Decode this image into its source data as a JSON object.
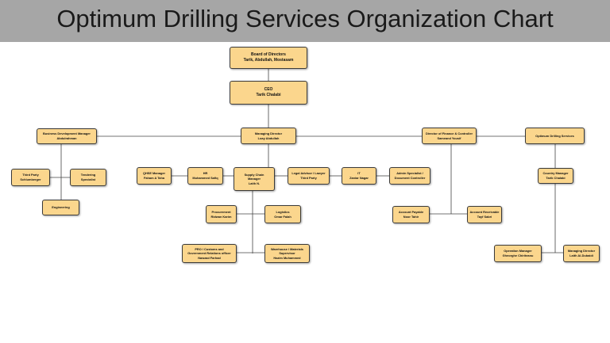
{
  "slide": {
    "title": "Optimum Drilling Services Organization Chart"
  },
  "org": {
    "board": {
      "title": "Board of Directors",
      "name": "Tarik, Abdullah, Mostasam"
    },
    "ceo": {
      "title": "CEO",
      "name": "Tarik Chalabi"
    },
    "bdm": {
      "title": "Business Development Manager",
      "name": "Abdulrahman"
    },
    "md": {
      "title": "Managing Director",
      "name": "Loay Abdullah"
    },
    "dfc": {
      "title": "Director of Finance & Controller",
      "name": "Sameand Yousif"
    },
    "ods": {
      "title": "Optimum Drilling Services"
    },
    "third_party": {
      "title": "Third Party",
      "name": "Schlumberger"
    },
    "tendering": {
      "title": "Tendering",
      "name": "Specialist"
    },
    "engineering": {
      "title": "Engineering"
    },
    "qhse": {
      "title": "QHSE Manager",
      "name": "Faham A Taha"
    },
    "hr": {
      "title": "HR",
      "name": "Muhammed Safiq"
    },
    "supply_chain": {
      "title": "Supply Chain",
      "title2": "Manager",
      "name": "Laith N."
    },
    "legal": {
      "title": "Legal  Advisor / Lawyer",
      "name": "Third Party"
    },
    "it": {
      "title": "IT",
      "name": "Zaniar Nagar"
    },
    "admin": {
      "title": "Admin Specialist /",
      "name": "Document Controller"
    },
    "procurement": {
      "title": "Procurement",
      "name": "Ridwan Karim"
    },
    "logistics": {
      "title": "Logistics",
      "name": "Omar Falah"
    },
    "pro": {
      "title": "PRO / Customs and",
      "title2": "Government Relations officer",
      "name": "Nawzad Farhad"
    },
    "warehouse": {
      "title": "Warehouse / Materials",
      "title2": "Supervisor",
      "name": "Hazim Muhammed"
    },
    "payable": {
      "title": "Account Payable",
      "name": "Noor  Tahir"
    },
    "receivable": {
      "title": "Account Receivable",
      "name": "Tayf Sabri"
    },
    "country_mgr": {
      "title": "Country Manager",
      "name": "Tarik Chalabi"
    },
    "ops_mgr": {
      "title": "Operation Manager",
      "name": "Gheorghe Chiriteanu"
    },
    "md2": {
      "title": "Managing Director",
      "name": "Laith Al-Dubaidi"
    }
  }
}
